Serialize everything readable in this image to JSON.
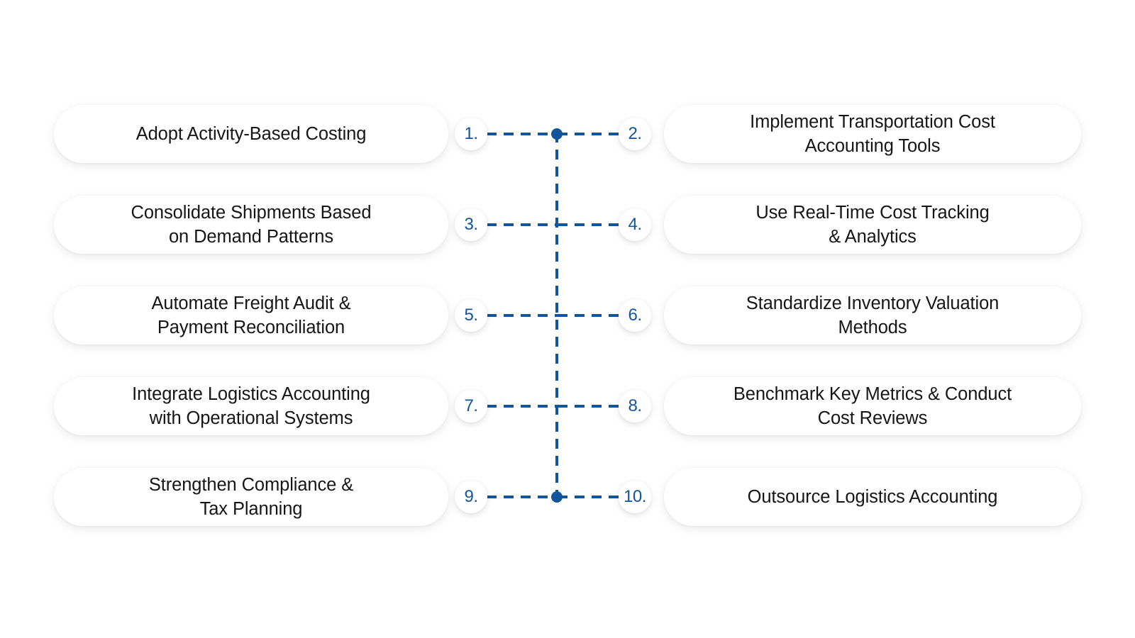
{
  "theme": {
    "background": "#ffffff",
    "card_background": "#ffffff",
    "text_color": "#161616",
    "accent_blue": "#12559C"
  },
  "diagram": {
    "type": "two-column-numbered-list",
    "row_count": 5,
    "item_count": 10,
    "rows": [
      {
        "left": {
          "number": "1.",
          "text": "Adopt Activity-Based Costing"
        },
        "right": {
          "number": "2.",
          "text": "Implement Transportation Cost\nAccounting Tools"
        },
        "has_junction_dot": true
      },
      {
        "left": {
          "number": "3.",
          "text": "Consolidate Shipments Based\non Demand Patterns"
        },
        "right": {
          "number": "4.",
          "text": "Use Real-Time Cost Tracking\n& Analytics"
        },
        "has_junction_dot": false
      },
      {
        "left": {
          "number": "5.",
          "text": "Automate Freight Audit &\nPayment Reconciliation"
        },
        "right": {
          "number": "6.",
          "text": "Standardize Inventory Valuation\nMethods"
        },
        "has_junction_dot": false
      },
      {
        "left": {
          "number": "7.",
          "text": "Integrate Logistics Accounting\nwith Operational Systems"
        },
        "right": {
          "number": "8.",
          "text": "Benchmark Key Metrics & Conduct\nCost Reviews"
        },
        "has_junction_dot": false
      },
      {
        "left": {
          "number": "9.",
          "text": "Strengthen Compliance &\nTax Planning"
        },
        "right": {
          "number": "10.",
          "text": "Outsource Logistics Accounting"
        },
        "has_junction_dot": true
      }
    ]
  }
}
